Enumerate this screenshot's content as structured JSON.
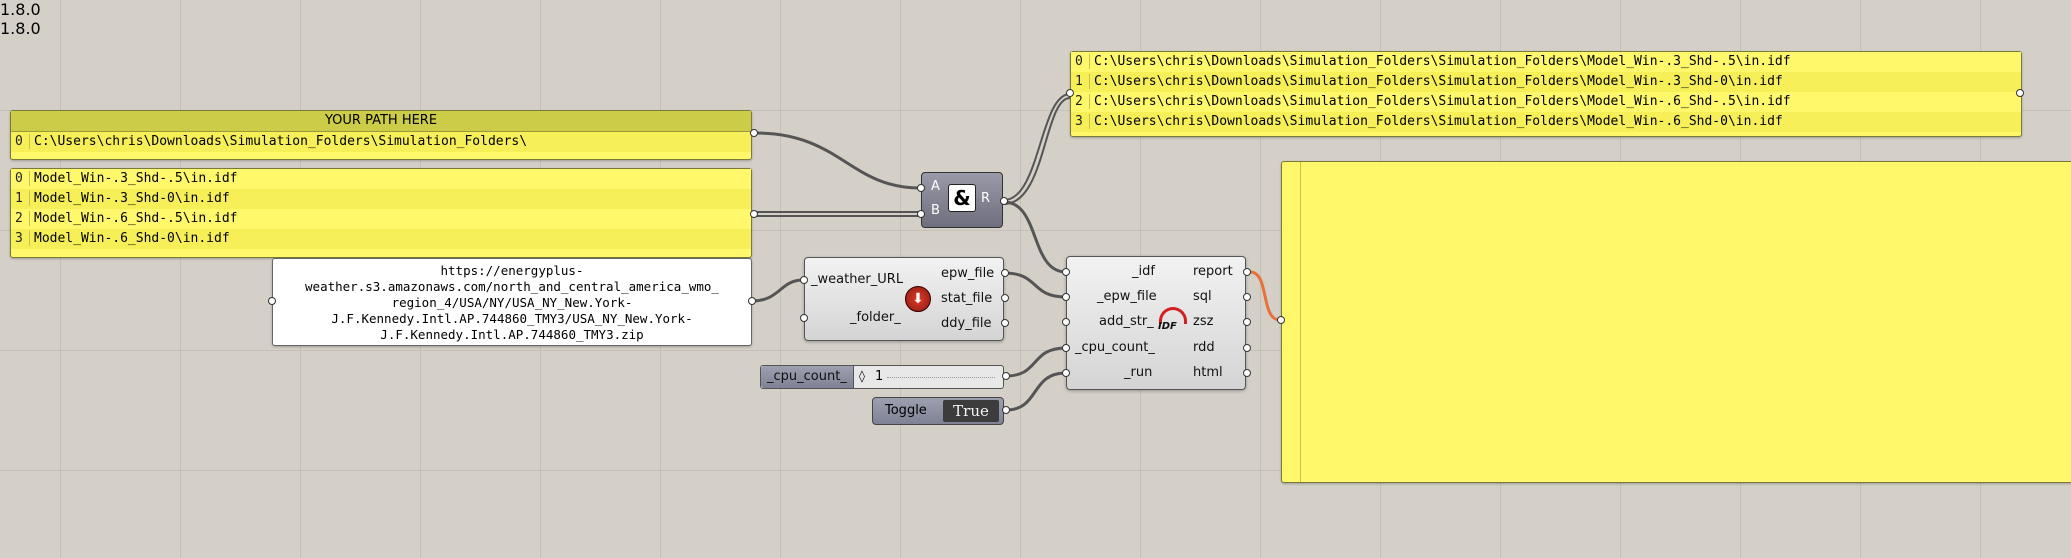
{
  "path_panel": {
    "title": "YOUR PATH HERE",
    "rows": [
      {
        "index": "0",
        "value": "C:\\Users\\chris\\Downloads\\Simulation_Folders\\Simulation_Folders\\"
      }
    ]
  },
  "models_panel": {
    "rows": [
      {
        "index": "0",
        "value": "Model_Win-.3_Shd-.5\\in.idf"
      },
      {
        "index": "1",
        "value": "Model_Win-.3_Shd-0\\in.idf"
      },
      {
        "index": "2",
        "value": "Model_Win-.6_Shd-.5\\in.idf"
      },
      {
        "index": "3",
        "value": "Model_Win-.6_Shd-0\\in.idf"
      }
    ]
  },
  "output_panel": {
    "rows": [
      {
        "index": "0",
        "value": "C:\\Users\\chris\\Downloads\\Simulation_Folders\\Simulation_Folders\\Model_Win-.3_Shd-.5\\in.idf"
      },
      {
        "index": "1",
        "value": "C:\\Users\\chris\\Downloads\\Simulation_Folders\\Simulation_Folders\\Model_Win-.3_Shd-0\\in.idf"
      },
      {
        "index": "2",
        "value": "C:\\Users\\chris\\Downloads\\Simulation_Folders\\Simulation_Folders\\Model_Win-.6_Shd-.5\\in.idf"
      },
      {
        "index": "3",
        "value": "C:\\Users\\chris\\Downloads\\Simulation_Folders\\Simulation_Folders\\Model_Win-.6_Shd-0\\in.idf"
      }
    ]
  },
  "url_panel": {
    "lines": [
      "https://energyplus-",
      "weather.s3.amazonaws.com/north_and_central_america_wmo_",
      "region_4/USA/NY/USA_NY_New.York-",
      "J.F.Kennedy.Intl.AP.744860_TMY3/USA_NY_New.York-",
      "J.F.Kennedy.Intl.AP.744860_TMY3.zip"
    ]
  },
  "merge": {
    "in_a": "A",
    "in_b": "B",
    "out": "R",
    "icon": "&"
  },
  "weather": {
    "inputs": [
      "_weather_URL",
      "_folder_"
    ],
    "outputs": [
      "epw_file",
      "stat_file",
      "ddy_file"
    ],
    "version": "1.8.0",
    "icon": "download-weather-icon"
  },
  "runidf": {
    "inputs": [
      "_idf",
      "_epw_file",
      "add_str_",
      "_cpu_count_",
      "_run"
    ],
    "outputs": [
      "report",
      "sql",
      "zsz",
      "rdd",
      "html"
    ],
    "version": "1.8.0",
    "icon_text": "IDF"
  },
  "slider": {
    "label": "_cpu_count_",
    "value": "1",
    "marker": "◊"
  },
  "toggle": {
    "label": "Toggle",
    "value": "True"
  },
  "colors": {
    "panel": "#fff86a",
    "wire": "#555555",
    "active_wire": "#e8703a"
  }
}
